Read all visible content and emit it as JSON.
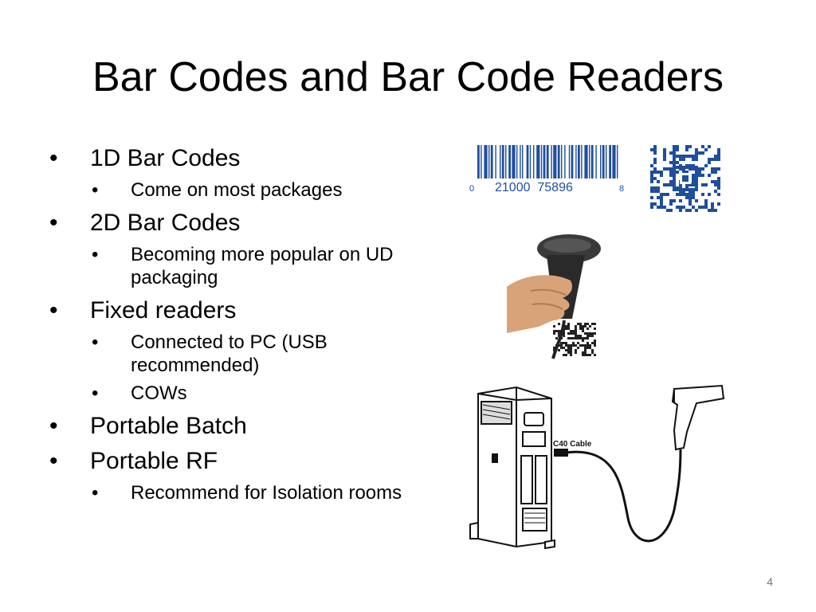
{
  "slide": {
    "title": "Bar Codes and Bar Code Readers",
    "bullets": [
      {
        "text": "1D Bar Codes",
        "sub": [
          "Come on most packages"
        ]
      },
      {
        "text": "2D Bar Codes",
        "sub": [
          "Becoming more popular on UD packaging"
        ]
      },
      {
        "text": "Fixed readers",
        "sub": [
          "Connected to PC (USB recommended)",
          "COWs"
        ]
      },
      {
        "text": "Portable Batch",
        "sub": []
      },
      {
        "text": "Portable RF",
        "sub": [
          "Recommend for Isolation rooms"
        ]
      }
    ],
    "page_number": "4"
  },
  "images": {
    "barcode_1d": {
      "digits_left": "0",
      "digits_main": "21000  75896",
      "digits_right": "8",
      "color": "#1f4e9c"
    },
    "qr_code": {
      "color": "#1f4e9c"
    },
    "cable_label": "C40 Cable"
  }
}
